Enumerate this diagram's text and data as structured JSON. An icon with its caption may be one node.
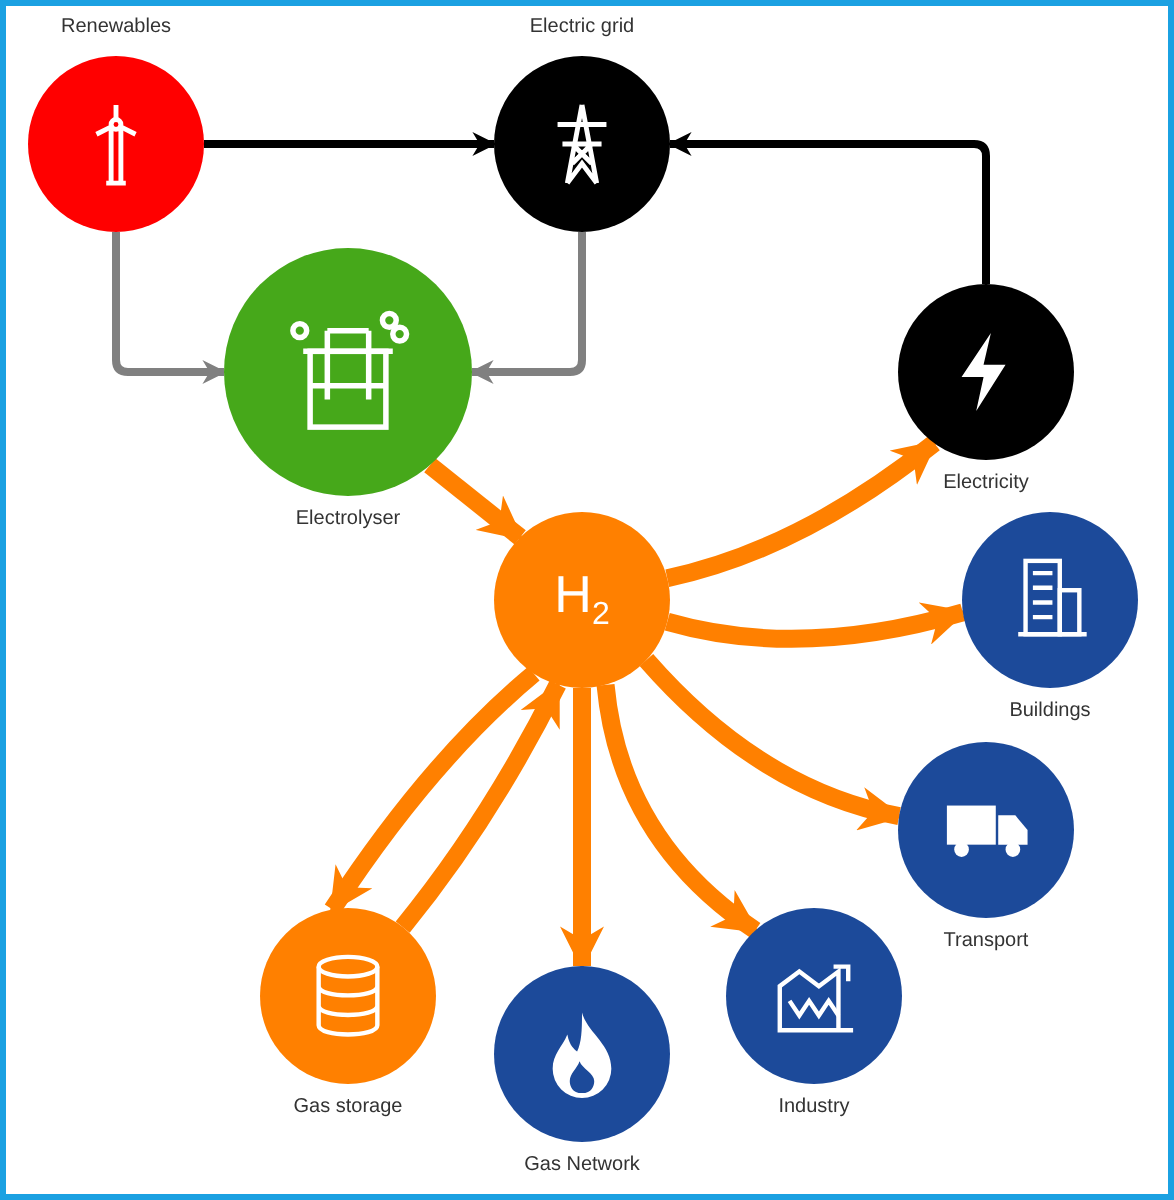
{
  "diagram": {
    "nodes": [
      {
        "text": [
          "Renewables"
        ]
      },
      {
        "text": [
          "Electric grid"
        ]
      },
      {
        "text": [
          "Electrolyser"
        ]
      },
      {
        "text": [
          "Electricity"
        ]
      },
      {
        "text": [
          "H$_{2}$"
        ]
      },
      {
        "text": [
          "Buildings"
        ]
      },
      {
        "text": [
          "Transport"
        ]
      },
      {
        "text": [
          "Gas storage"
        ]
      },
      {
        "text": [
          "Gas Network"
        ]
      },
      {
        "text": [
          "Industry"
        ]
      }
    ],
    "edges": [
      {
        "from": 0,
        "to": 1,
        "arrow": "to",
        "color": "#000000"
      },
      {
        "from": 0,
        "to": 2,
        "arrow": "to",
        "color": "#808080"
      },
      {
        "from": 1,
        "to": 2,
        "arrow": "to",
        "color": "#808080"
      },
      {
        "from": 3,
        "to": 1,
        "arrow": "to",
        "color": "#000000"
      },
      {
        "from": 2,
        "to": 4,
        "arrow": "to"
      },
      {
        "from": 4,
        "to": 3,
        "arrow": "to"
      },
      {
        "from": 4,
        "to": 5,
        "arrow": "to"
      },
      {
        "from": 4,
        "to": 6,
        "arrow": "to"
      },
      {
        "from": 4,
        "to": 9,
        "arrow": "to"
      },
      {
        "from": 4,
        "to": 8,
        "arrow": "to"
      },
      {
        "from": 4,
        "to": 7,
        "arrow": "to"
      },
      {
        "from": 7,
        "to": 4,
        "arrow": "to"
      }
    ]
  }
}
